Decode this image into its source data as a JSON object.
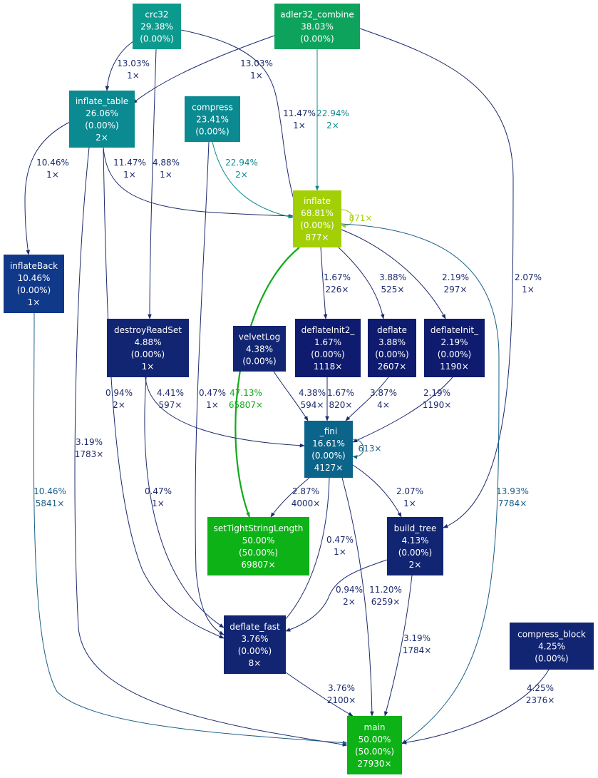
{
  "colors": {
    "dark_navy": "#0f1b6e",
    "navy": "#122573",
    "blue": "#10398a",
    "teal_blue": "#0b6489",
    "teal": "#0b8a91",
    "teal2": "#0c9a8e",
    "green": "#0ea35c",
    "lime": "#a3cf07",
    "bright_green": "#0cb216"
  },
  "nodes": [
    {
      "id": "crc32",
      "lines": [
        "crc32",
        "29.38%",
        "(0.00%)"
      ],
      "color": "teal2"
    },
    {
      "id": "adler32_combine",
      "lines": [
        "adler32_combine",
        "38.03%",
        "(0.00%)"
      ],
      "color": "green"
    },
    {
      "id": "inflate_table",
      "lines": [
        "inflate_table",
        "26.06%",
        "(0.00%)",
        "2×"
      ],
      "color": "teal"
    },
    {
      "id": "compress",
      "lines": [
        "compress",
        "23.41%",
        "(0.00%)"
      ],
      "color": "teal"
    },
    {
      "id": "inflate",
      "lines": [
        "inflate",
        "68.81%",
        "(0.00%)",
        "877×"
      ],
      "color": "lime"
    },
    {
      "id": "inflateBack",
      "lines": [
        "inflateBack",
        "10.46%",
        "(0.00%)",
        "1×"
      ],
      "color": "blue"
    },
    {
      "id": "destroyReadSet",
      "lines": [
        "destroyReadSet",
        "4.88%",
        "(0.00%)",
        "1×"
      ],
      "color": "navy"
    },
    {
      "id": "velvetLog",
      "lines": [
        "velvetLog",
        "4.38%",
        "(0.00%)"
      ],
      "color": "navy"
    },
    {
      "id": "deflateInit2_",
      "lines": [
        "deflateInit2_",
        "1.67%",
        "(0.00%)",
        "1118×"
      ],
      "color": "dark_navy"
    },
    {
      "id": "deflate",
      "lines": [
        "deflate",
        "3.88%",
        "(0.00%)",
        "2607×"
      ],
      "color": "dark_navy"
    },
    {
      "id": "deflateInit_",
      "lines": [
        "deflateInit_",
        "2.19%",
        "(0.00%)",
        "1190×"
      ],
      "color": "dark_navy"
    },
    {
      "id": "_fini",
      "lines": [
        "_fini",
        "16.61%",
        "(0.00%)",
        "4127×"
      ],
      "color": "teal_blue"
    },
    {
      "id": "setTightStringLength",
      "lines": [
        "setTightStringLength",
        "50.00%",
        "(50.00%)",
        "69807×"
      ],
      "color": "bright_green"
    },
    {
      "id": "build_tree",
      "lines": [
        "build_tree",
        "4.13%",
        "(0.00%)",
        "2×"
      ],
      "color": "navy"
    },
    {
      "id": "deflate_fast",
      "lines": [
        "deflate_fast",
        "3.76%",
        "(0.00%)",
        "8×"
      ],
      "color": "navy"
    },
    {
      "id": "compress_block",
      "lines": [
        "compress_block",
        "4.25%",
        "(0.00%)"
      ],
      "color": "navy"
    },
    {
      "id": "main",
      "lines": [
        "main",
        "50.00%",
        "(50.00%)",
        "27930×"
      ],
      "color": "bright_green"
    }
  ],
  "edges": [
    {
      "id": "crc32-inflate_table",
      "from": "crc32",
      "to": "inflate_table",
      "label": [
        "13.03%",
        "1×"
      ]
    },
    {
      "id": "crc32-inflate",
      "from": "crc32",
      "to": "inflate",
      "label": [
        "11.47%",
        "1×"
      ]
    },
    {
      "id": "crc32-destroyReadSet",
      "from": "crc32",
      "to": "destroyReadSet",
      "label": [
        "4.88%",
        "1×"
      ]
    },
    {
      "id": "adler32_combine-inflate_table",
      "from": "adler32_combine",
      "to": "inflate_table",
      "label": [
        "13.03%",
        "1×"
      ]
    },
    {
      "id": "adler32_combine-inflate",
      "from": "adler32_combine",
      "to": "inflate",
      "label": [
        "22.94%",
        "2×"
      ]
    },
    {
      "id": "adler32_combine-build_tree",
      "from": "adler32_combine",
      "to": "build_tree",
      "label": [
        "2.07%",
        "1×"
      ]
    },
    {
      "id": "inflate_table-inflateBack",
      "from": "inflate_table",
      "to": "inflateBack",
      "label": [
        "10.46%",
        "1×"
      ]
    },
    {
      "id": "inflate_table-inflate",
      "from": "inflate_table",
      "to": "inflate",
      "label": [
        "11.47%",
        "1×"
      ]
    },
    {
      "id": "inflate_table-deflate_fast",
      "from": "inflate_table",
      "to": "deflate_fast",
      "label": [
        "0.94%",
        "2×"
      ]
    },
    {
      "id": "inflate_table-main",
      "from": "inflate_table",
      "to": "main",
      "label": [
        "3.19%",
        "1783×"
      ]
    },
    {
      "id": "compress-inflate",
      "from": "compress",
      "to": "inflate",
      "label": [
        "22.94%",
        "2×"
      ]
    },
    {
      "id": "compress-deflate_fast",
      "from": "compress",
      "to": "deflate_fast",
      "label": [
        "0.47%",
        "1×"
      ]
    },
    {
      "id": "inflate-inflate",
      "from": "inflate",
      "to": "inflate",
      "label": [
        "871×"
      ]
    },
    {
      "id": "inflate-setTightStringLength",
      "from": "inflate",
      "to": "setTightStringLength",
      "label": [
        "47.13%",
        "65807×"
      ]
    },
    {
      "id": "inflate-deflateInit2_",
      "from": "inflate",
      "to": "deflateInit2_",
      "label": [
        "1.67%",
        "226×"
      ]
    },
    {
      "id": "inflate-deflate",
      "from": "inflate",
      "to": "deflate",
      "label": [
        "3.88%",
        "525×"
      ]
    },
    {
      "id": "inflate-deflateInit_",
      "from": "inflate",
      "to": "deflateInit_",
      "label": [
        "2.19%",
        "297×"
      ]
    },
    {
      "id": "inflate-main",
      "from": "inflate",
      "to": "main",
      "label": [
        "13.93%",
        "7784×"
      ]
    },
    {
      "id": "inflateBack-main",
      "from": "inflateBack",
      "to": "main",
      "label": [
        "10.46%",
        "5841×"
      ]
    },
    {
      "id": "destroyReadSet-_fini",
      "from": "destroyReadSet",
      "to": "_fini",
      "label": [
        "4.41%",
        "597×"
      ]
    },
    {
      "id": "destroyReadSet-deflate_fast",
      "from": "destroyReadSet",
      "to": "deflate_fast",
      "label": [
        "0.47%",
        "1×"
      ]
    },
    {
      "id": "velvetLog-_fini",
      "from": "velvetLog",
      "to": "_fini",
      "label": [
        "4.38%",
        "594×"
      ]
    },
    {
      "id": "deflateInit2_-_fini",
      "from": "deflateInit2_",
      "to": "_fini",
      "label": [
        "1.67%",
        "820×"
      ]
    },
    {
      "id": "deflate-_fini",
      "from": "deflate",
      "to": "_fini",
      "label": [
        "3.87%",
        "4×"
      ]
    },
    {
      "id": "deflateInit_-_fini",
      "from": "deflateInit_",
      "to": "_fini",
      "label": [
        "2.19%",
        "1190×"
      ]
    },
    {
      "id": "_fini-_fini",
      "from": "_fini",
      "to": "_fini",
      "label": [
        "613×"
      ]
    },
    {
      "id": "_fini-setTightStringLength",
      "from": "_fini",
      "to": "setTightStringLength",
      "label": [
        "2.87%",
        "4000×"
      ]
    },
    {
      "id": "_fini-build_tree",
      "from": "_fini",
      "to": "build_tree",
      "label": [
        "2.07%",
        "1×"
      ]
    },
    {
      "id": "_fini-deflate_fast",
      "from": "_fini",
      "to": "deflate_fast",
      "label": [
        "0.47%",
        "1×"
      ]
    },
    {
      "id": "_fini-main",
      "from": "_fini",
      "to": "main",
      "label": [
        "11.20%",
        "6259×"
      ]
    },
    {
      "id": "build_tree-deflate_fast",
      "from": "build_tree",
      "to": "deflate_fast",
      "label": [
        "0.94%",
        "2×"
      ]
    },
    {
      "id": "build_tree-main",
      "from": "build_tree",
      "to": "main",
      "label": [
        "3.19%",
        "1784×"
      ]
    },
    {
      "id": "deflate_fast-main",
      "from": "deflate_fast",
      "to": "main",
      "label": [
        "3.76%",
        "2100×"
      ]
    },
    {
      "id": "compress_block-main",
      "from": "compress_block",
      "to": "main",
      "label": [
        "4.25%",
        "2376×"
      ]
    }
  ]
}
